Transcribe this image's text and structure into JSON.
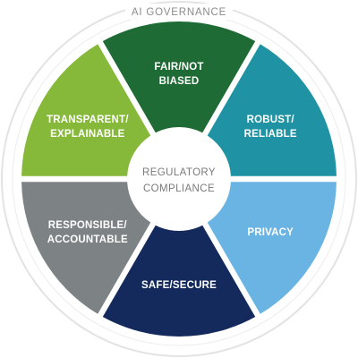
{
  "ring_title": "AI GOVERNANCE",
  "center": {
    "line1": "REGULATORY",
    "line2": "COMPLIANCE",
    "color": "#ffffff",
    "text_color": "#7a7a7a"
  },
  "ring_color": "#ebebeb",
  "segments": [
    {
      "key": "fair",
      "lines": [
        "FAIR/NOT",
        "BIASED"
      ],
      "color": "#1f6b35"
    },
    {
      "key": "robust",
      "lines": [
        "ROBUST/",
        "RELIABLE"
      ],
      "color": "#1f93a4"
    },
    {
      "key": "privacy",
      "lines": [
        "PRIVACY"
      ],
      "color": "#6ab4e3"
    },
    {
      "key": "safe",
      "lines": [
        "SAFE/SECURE"
      ],
      "color": "#142a5c"
    },
    {
      "key": "responsible",
      "lines": [
        "RESPONSIBLE/",
        "ACCOUNTABLE"
      ],
      "color": "#7d8285"
    },
    {
      "key": "transparent",
      "lines": [
        "TRANSPARENT/",
        "EXPLAINABLE"
      ],
      "color": "#86b93a"
    }
  ]
}
